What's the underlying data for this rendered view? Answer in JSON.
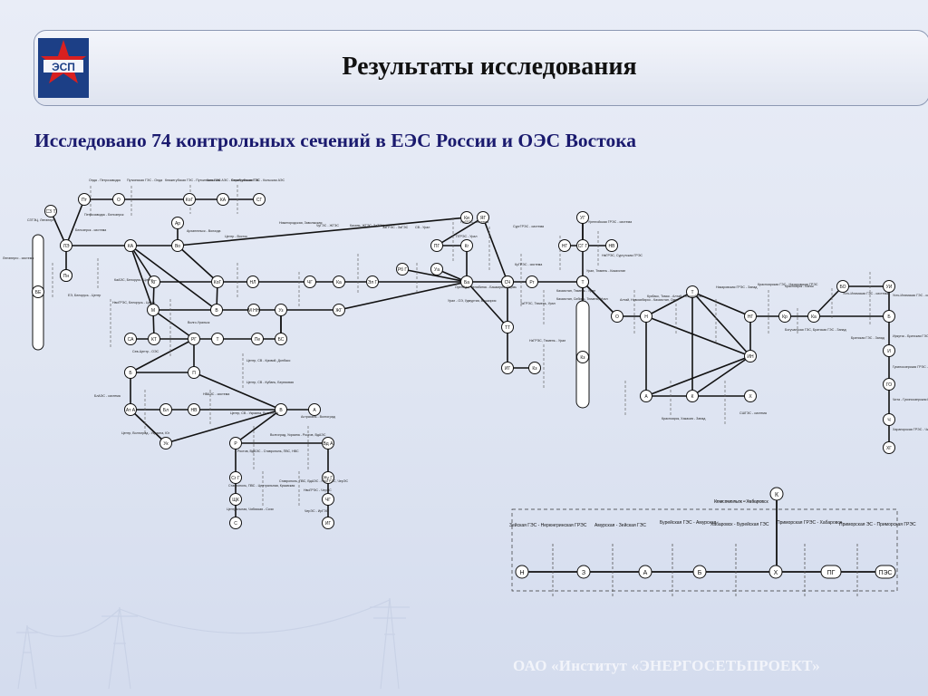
{
  "header": {
    "title": "Результаты исследования",
    "logo_text": "ЭСП"
  },
  "subtitle": "Исследовано 74 контрольных сечений в ЕЭС России и ОЭС Востока",
  "footer": {
    "company": "ОАО «Институт «ЭНЕРГОСЕТЬПРОЕКТ»"
  },
  "colors": {
    "accent": "#1a1a6e",
    "line": "#111111",
    "dashed": "#666666",
    "logo_red": "#d82020",
    "logo_blue": "#1c3f86"
  },
  "diagram": {
    "nodes": [
      {
        "label": "Пт"
      },
      {
        "label": "О"
      },
      {
        "label": "КоГ"
      },
      {
        "label": "КА"
      },
      {
        "label": "СГ"
      },
      {
        "label": "СЗ Т"
      },
      {
        "label": "Ар"
      },
      {
        "label": "ЛЭ"
      },
      {
        "label": "КА"
      },
      {
        "label": "Во"
      },
      {
        "label": "ЛЭ"
      },
      {
        "label": "Пн"
      },
      {
        "label": "БЕ"
      },
      {
        "label": "КГ"
      },
      {
        "label": "КоГ"
      },
      {
        "label": "НЛ"
      },
      {
        "label": "М"
      },
      {
        "label": "В"
      },
      {
        "label": "М НН"
      },
      {
        "label": "Уз"
      },
      {
        "label": "СА"
      },
      {
        "label": "КТ"
      },
      {
        "label": "РГ"
      },
      {
        "label": "Т"
      },
      {
        "label": "Пе"
      },
      {
        "label": "БС"
      },
      {
        "label": "Б"
      },
      {
        "label": "П"
      },
      {
        "label": "ЧГ"
      },
      {
        "label": "Ка"
      },
      {
        "label": "Эл Г"
      },
      {
        "label": "Рб Г"
      },
      {
        "label": "Уа"
      },
      {
        "label": "Ба"
      },
      {
        "label": "ЖГ"
      },
      {
        "label": "Кг"
      },
      {
        "label": "ПГ"
      },
      {
        "label": "Ки"
      },
      {
        "label": "ЯГ"
      },
      {
        "label": "Се Г"
      },
      {
        "label": "Ат А"
      },
      {
        "label": "Бл"
      },
      {
        "label": "НВ"
      },
      {
        "label": "В"
      },
      {
        "label": "А"
      },
      {
        "label": "Ук"
      },
      {
        "label": "Р"
      },
      {
        "label": "Вд А"
      },
      {
        "label": "СЧ"
      },
      {
        "label": "Рг"
      },
      {
        "label": "Т"
      },
      {
        "label": "ТТ"
      },
      {
        "label": "ИГ"
      },
      {
        "label": "Кз"
      },
      {
        "label": "Кз"
      },
      {
        "label": "Сг Г"
      },
      {
        "label": "Ну Г"
      },
      {
        "label": "ЩК"
      },
      {
        "label": "ЧГ"
      },
      {
        "label": "С"
      },
      {
        "label": "ИГ"
      },
      {
        "label": "УГ"
      },
      {
        "label": "НГ"
      },
      {
        "label": "СГ Г"
      },
      {
        "label": "НВ"
      },
      {
        "label": "Т"
      },
      {
        "label": "О"
      },
      {
        "label": "Н"
      },
      {
        "label": "Т"
      },
      {
        "label": "НГ"
      },
      {
        "label": "Кр"
      },
      {
        "label": "Ка"
      },
      {
        "label": "БО"
      },
      {
        "label": "УИ"
      },
      {
        "label": "Б"
      },
      {
        "label": "ИН"
      },
      {
        "label": "А"
      },
      {
        "label": "К"
      },
      {
        "label": "Х"
      },
      {
        "label": "И"
      },
      {
        "label": "ГО"
      },
      {
        "label": "Ч"
      },
      {
        "label": "ХГ"
      }
    ],
    "section_labels": [
      "Онда - Петрозаводск",
      "Путкинская ГЭС - Онда",
      "Княжегубская ГЭС - Путкинская ГЭС",
      "Кольская АЭС - Княжегубская ГЭС",
      "Серебрянская ГЭС - Кольская АЭС",
      "Петрозаводск - Белозерск",
      "Белозерск - система",
      "СЗТЭЦ, Ленэнерго",
      "Архангельск - Вологда",
      "Центр - Восток",
      "Ленэнерго - система",
      "КаАЭС, Белорусь - Центр",
      "НвоГРЭС, Белорусь - Центр",
      "ЕЭ, Белорусь - Центр",
      "Волго-Уральск",
      "Сев-Центр - ОЭС",
      "Центр, СВ - Кривой, Донбасс",
      "Центр, СВ - Кубань, Березовая",
      "НВАЭС - система",
      "БлАЭС - система",
      "Центр, СВ - Украина, Волгоград",
      "Центр, Волгоград - Украина, Юг",
      "Ростов, ВдАЭС - Ставрополь, ПВС, НВС",
      "Волгоград, Украина - Ростов, ВдАЭС",
      "Ставрополь, ПВС - Центральная, Крымская",
      "Центральная, Чибиская - Сочи",
      "Ставрополь, ПВС, ВдАЭС - НвоГРЭС, ЧерЭС",
      "НвоГРЭС - ЧерЭС",
      "ЧерЭС - ИрГЭС",
      "Астрахань - Волгоград",
      "Нижегородская, Заволжская",
      "ЧуГЭС - ЖГЭС",
      "Казань, ЖГЭС, ЗаТЭЦ",
      "ЗаГРЭС - ЗаГЭС",
      "СВ - Урал",
      "ПГРЭС - Урал",
      "Оренбург, Челябинск - Башкирия, Пермь",
      "Урал - ОЭ, Удмуртия, Башкирия",
      "ЯрГРЭС - система",
      "СургГРЭС - система",
      "КуГРЭС - система",
      "ТаГРЭС, Тюмень, Урал",
      "НзГРЭС, Тюмень - Урал",
      "Казахстан, Тюмень - Урал",
      "Казахстан, Сибирь, Тюмень, Урал",
      "НвГРЭС, Сургутская ГРЭС",
      "Урал, Тюмень - Казахстан",
      "Алтай, Новосибирск - Казахстан, Омск",
      "Кузбасс, Томск - Алтай, Новосибирск",
      "Назаровская ГРЭС - Запад",
      "Красноярская ГЭС - Назаровская ГРЭС",
      "Красноярск - Канск",
      "Усть-Илимская ГЭС - система",
      "Усть-Илимская ГЭС - система",
      "Богучанская ГЭС, Братская ГЭС - Запад",
      "Братская ГЭС - Запад",
      "Красноярск, Хакасия - Запад",
      "СШГЭС - система",
      "Иркутск - Братская ГЭС",
      "Гусиноозерская ГРЭС - Иркутск",
      "Чита - Гусиноозерская ГРЭС",
      "Харанорская ГРЭС - Чита",
      "Уренгойская ГРЭС - система"
    ],
    "east_line": {
      "nodes": [
        "Н",
        "З",
        "А",
        "Б",
        "Х",
        "ПГ",
        "ПЭС",
        "К"
      ],
      "section_labels": [
        "Зейская ГЭС - Нерюнгринская ГРЭС",
        "Амурская - Зейская ГЭС",
        "Бурейская ГЭС - Амурская",
        "Хабаровск - Бурейская ГЭС",
        "Приморская ГРЭС - Хабаровск",
        "Приморская ЭС - Приморская ГРЭС",
        "Комсомольск - Хабаровск"
      ]
    }
  }
}
